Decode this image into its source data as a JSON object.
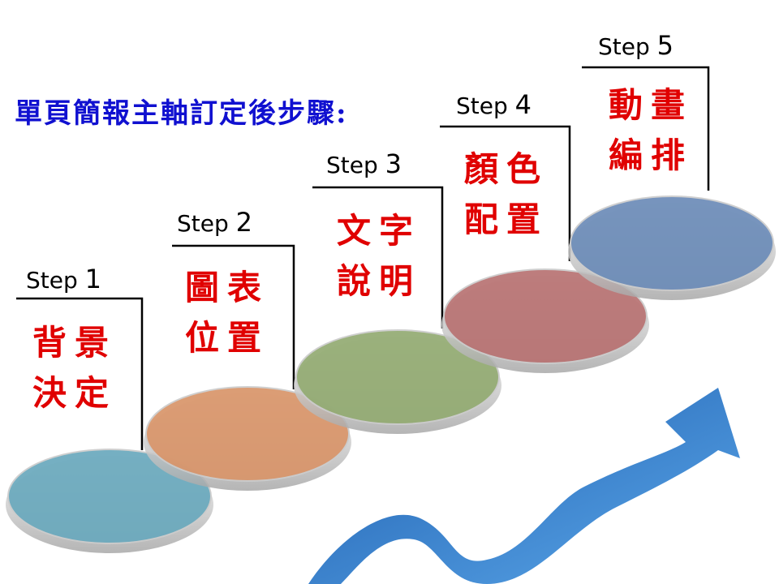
{
  "title": "單頁簡報主軸訂定後步驟:",
  "steps": [
    {
      "word": "Step",
      "num": "1",
      "line1": "背景",
      "line2": "決定",
      "color": "#6aa9bd"
    },
    {
      "word": "Step",
      "num": "2",
      "line1": "圖表",
      "line2": "位置",
      "color": "#d9956a"
    },
    {
      "word": "Step",
      "num": "3",
      "line1": "文字",
      "line2": "說明",
      "color": "#93ab72"
    },
    {
      "word": "Step",
      "num": "4",
      "line1": "顏色",
      "line2": "配置",
      "color": "#b87272"
    },
    {
      "word": "Step",
      "num": "5",
      "line1": "動畫",
      "line2": "編排",
      "color": "#6c8cb8"
    }
  ],
  "colors": {
    "title": "#1010d0",
    "step_text": "#e00000",
    "arrow": "#2a74c4"
  }
}
